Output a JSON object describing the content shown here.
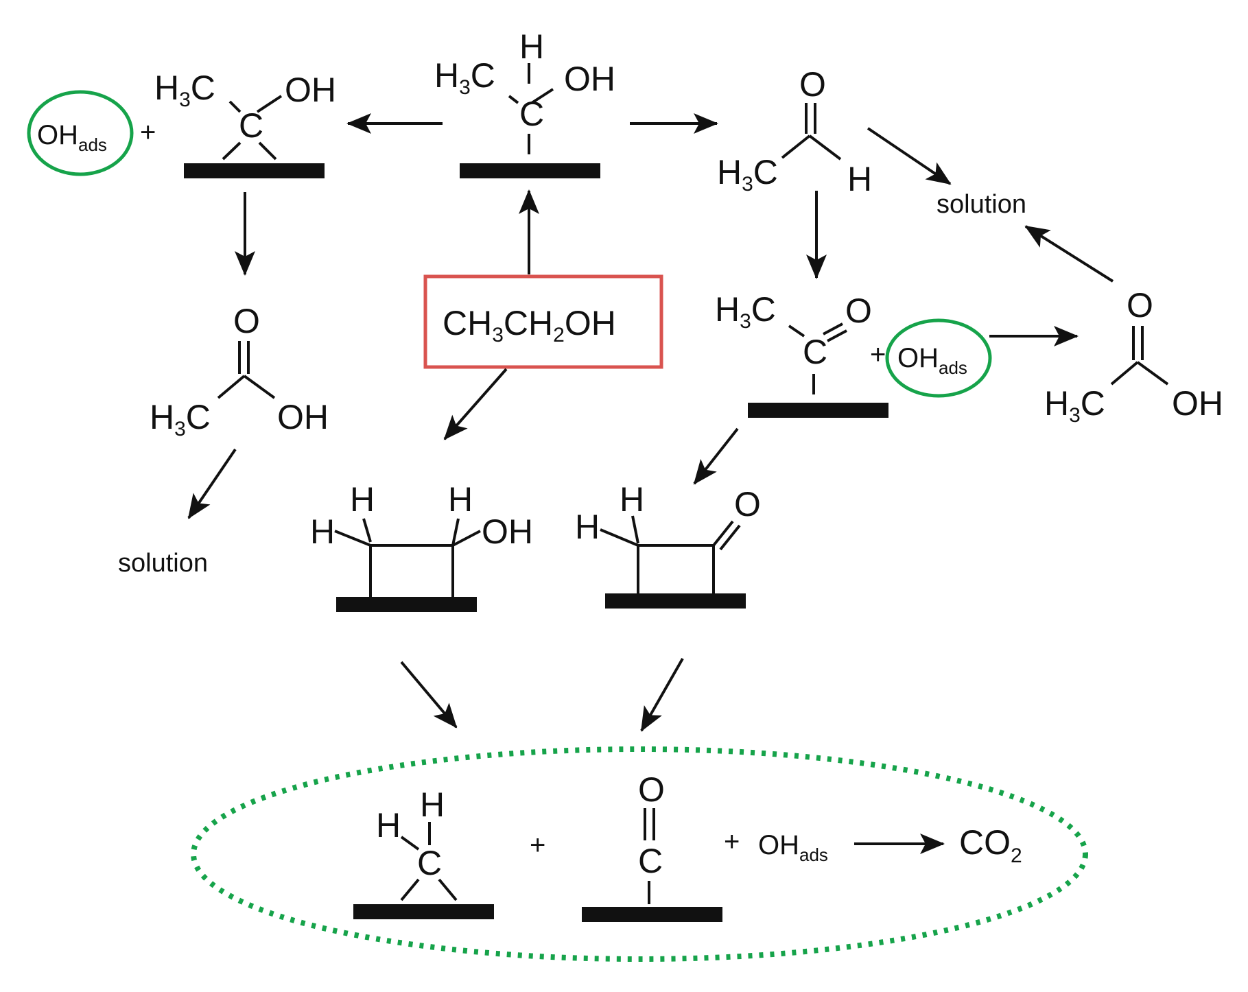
{
  "center": {
    "formula_parts": [
      "CH",
      "3",
      "CH",
      "2",
      "OH"
    ],
    "box_color": "#d9534f"
  },
  "labels": {
    "H3": [
      "H",
      "3"
    ],
    "C": "C",
    "H": "H",
    "O": "O",
    "OH": "OH",
    "solution": "solution",
    "OHads": [
      "OH",
      "ads"
    ],
    "plus": "+",
    "CO2": [
      "CO",
      "2"
    ]
  },
  "colors": {
    "ring_green": "#16a34a",
    "dotted_green": "#16a34a",
    "ink": "#111111"
  }
}
